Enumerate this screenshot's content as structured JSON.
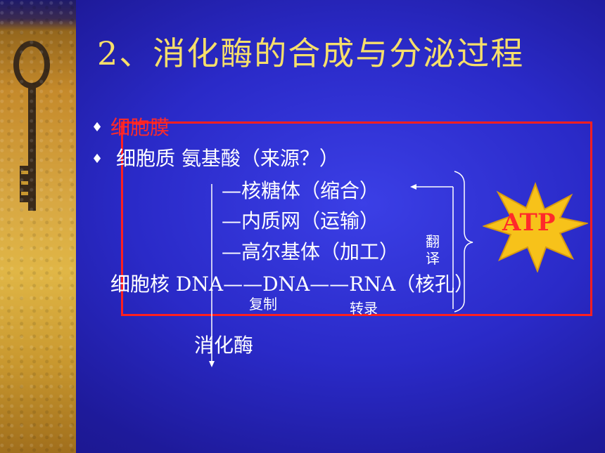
{
  "slide": {
    "title": "2、消化酶的合成与分泌过程",
    "bullet_glyph": "♦",
    "items": {
      "membrane": "细胞膜",
      "cytoplasm": "细胞质   氨基酸（来源？）"
    },
    "steps": {
      "ribosome": "—核糖体（缩合）",
      "er": "—内质网（运输）",
      "golgi": "—高尔基体（加工）"
    },
    "translate_label": [
      "翻",
      "译"
    ],
    "nucleus_line": "细胞核   DNA——DNA——RNA（核孔）",
    "replication_label": "复制",
    "transcription_label": "转录",
    "product": "消化酶",
    "atp_label": "ATP"
  },
  "colors": {
    "background": "#2a2ac8",
    "title": "#f7df6a",
    "highlight": "#ff2a2a",
    "atp_fill": "#f7c21a"
  }
}
